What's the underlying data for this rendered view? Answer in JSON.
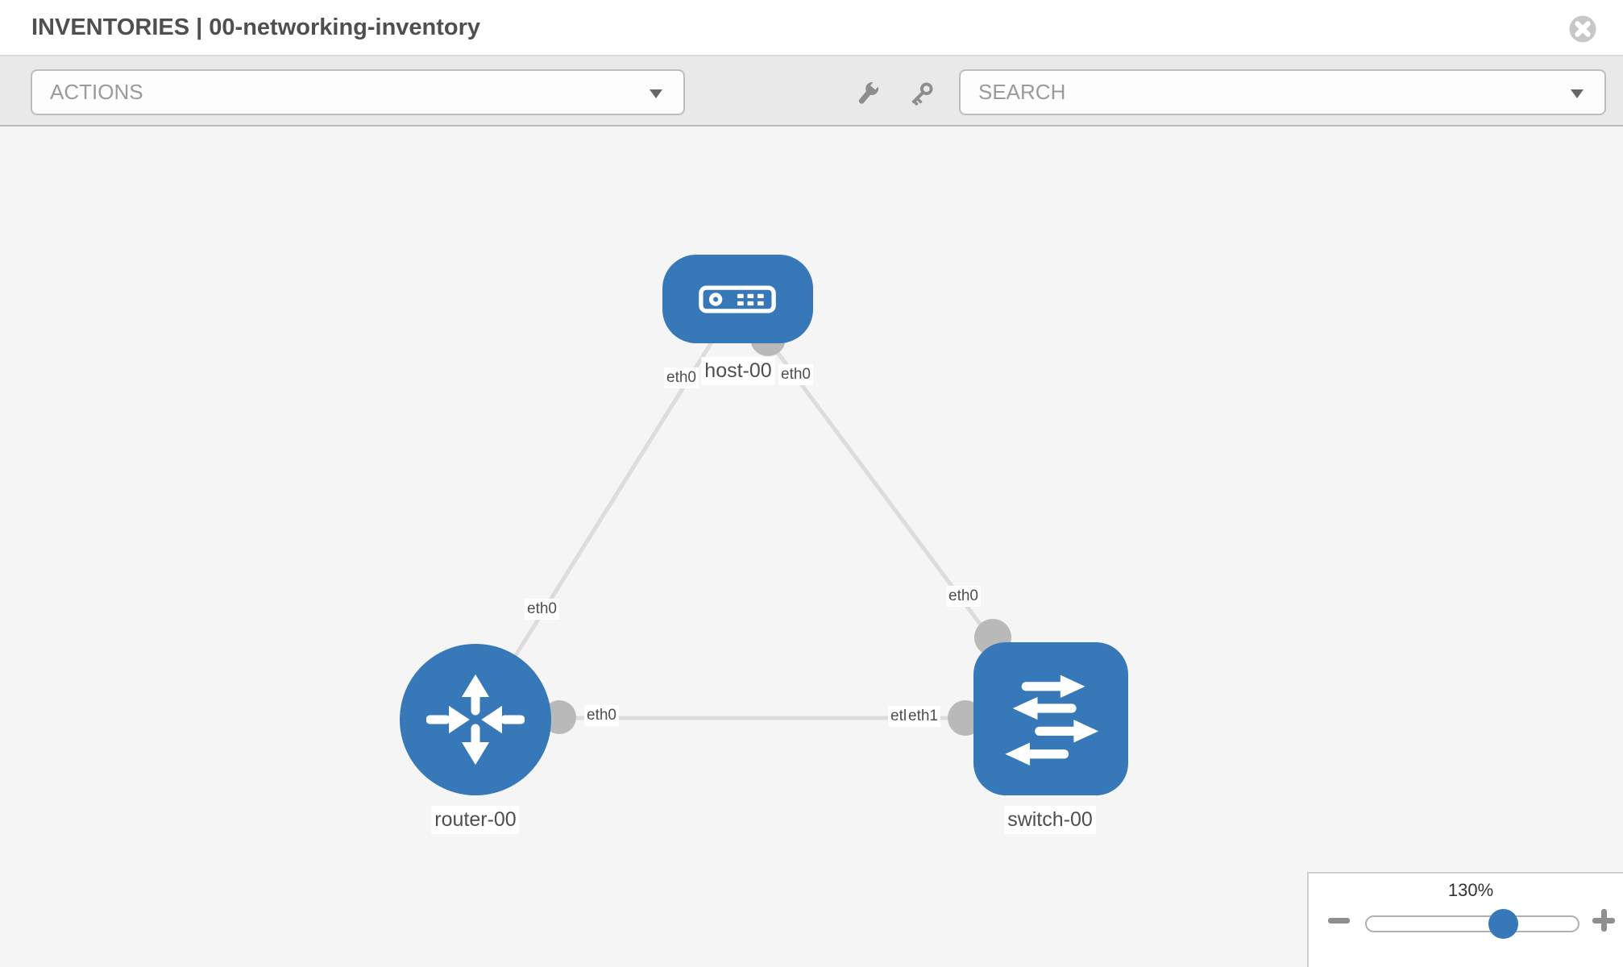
{
  "header": {
    "title": "INVENTORIES | 00-networking-inventory"
  },
  "toolbar": {
    "actions_label": "ACTIONS",
    "search_placeholder": "SEARCH"
  },
  "topology": {
    "nodes": [
      {
        "id": "host-00",
        "type": "host",
        "label": "host-00",
        "shape": "rounded-rectangle"
      },
      {
        "id": "router-00",
        "type": "router",
        "label": "router-00",
        "shape": "circle"
      },
      {
        "id": "switch-00",
        "type": "switch",
        "label": "switch-00",
        "shape": "rounded-square"
      }
    ],
    "links": [
      {
        "source": "host-00",
        "source_interface": "eth0",
        "target": "router-00",
        "target_interface": "eth0"
      },
      {
        "source": "host-00",
        "source_interface": "eth0",
        "target": "switch-00",
        "target_interface": "eth0"
      },
      {
        "source": "router-00",
        "source_interface": "eth0",
        "target": "switch-00",
        "target_interface": "eth1"
      }
    ],
    "interface_labels": [
      {
        "text": "eth0",
        "attached_to": "host-00"
      },
      {
        "text": "eth0",
        "attached_to": "host-00"
      },
      {
        "text": "eth0",
        "attached_to": "router-00"
      },
      {
        "text": "eth0",
        "attached_to": "switch-00"
      },
      {
        "text": "eth0",
        "attached_to": "router-00"
      },
      {
        "text": "eth0",
        "attached_to": "switch-00"
      },
      {
        "text": "eth1",
        "attached_to": "switch-00"
      }
    ]
  },
  "zoom_control": {
    "value": "130%"
  },
  "icons": {
    "close": "circle-x-icon",
    "wrench": "wrench-icon",
    "key": "key-icon",
    "actions_caret": "caret-down-icon",
    "search_caret": "caret-down-icon",
    "zoom_out": "minus-icon",
    "zoom_in": "plus-icon"
  },
  "colors": {
    "node_blue": "#3779b8",
    "link_gray": "#dcdcdc",
    "interface_dot_gray": "#b9b9b9",
    "toolbar_bg": "#e9e9e9",
    "canvas_bg": "#f5f5f5",
    "label_text": "#4e4e4e",
    "title_text": "#4f4f4f"
  }
}
